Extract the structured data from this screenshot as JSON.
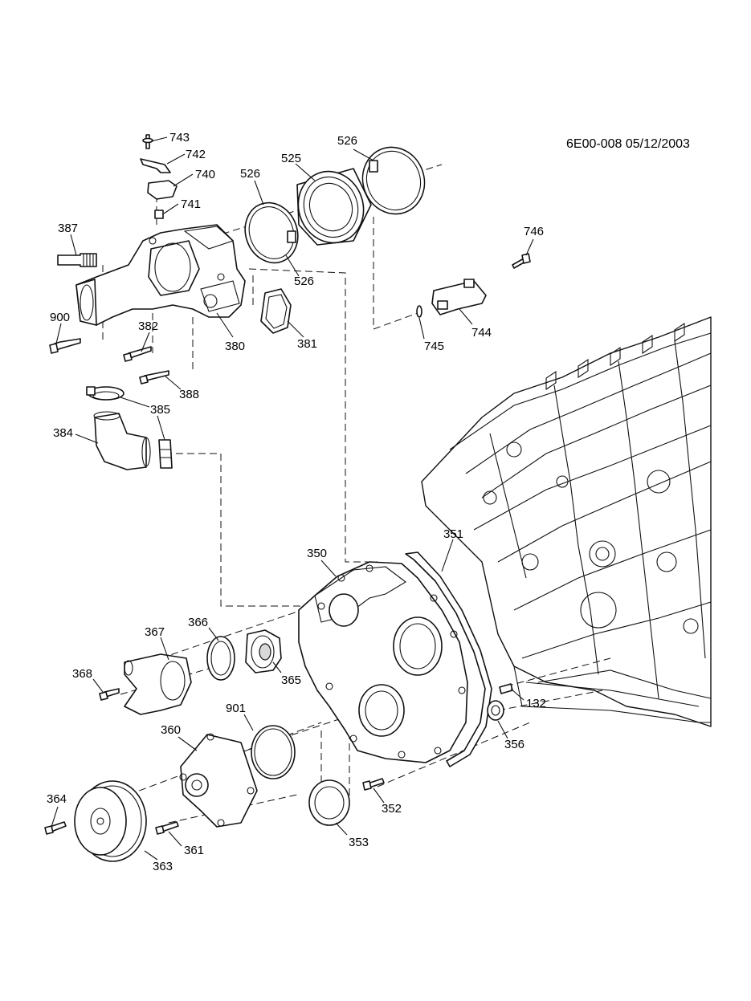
{
  "header": {
    "diagram_code": "6E00-008 05/12/2003"
  },
  "callouts": {
    "p743": "743",
    "p742": "742",
    "p740": "740",
    "p741": "741",
    "p387": "387",
    "p900": "900",
    "p382": "382",
    "p380": "380",
    "p388": "388",
    "p385": "385",
    "p384": "384",
    "p526a": "526",
    "p525": "525",
    "p526b": "526",
    "p526c": "526",
    "p381": "381",
    "p746": "746",
    "p744": "744",
    "p745": "745",
    "p351": "351",
    "p350": "350",
    "p366": "366",
    "p367": "367",
    "p368": "368",
    "p365": "365",
    "p132": "132",
    "p356": "356",
    "p901": "901",
    "p360": "360",
    "p352": "352",
    "p364": "364",
    "p353": "353",
    "p361": "361",
    "p363": "363"
  }
}
